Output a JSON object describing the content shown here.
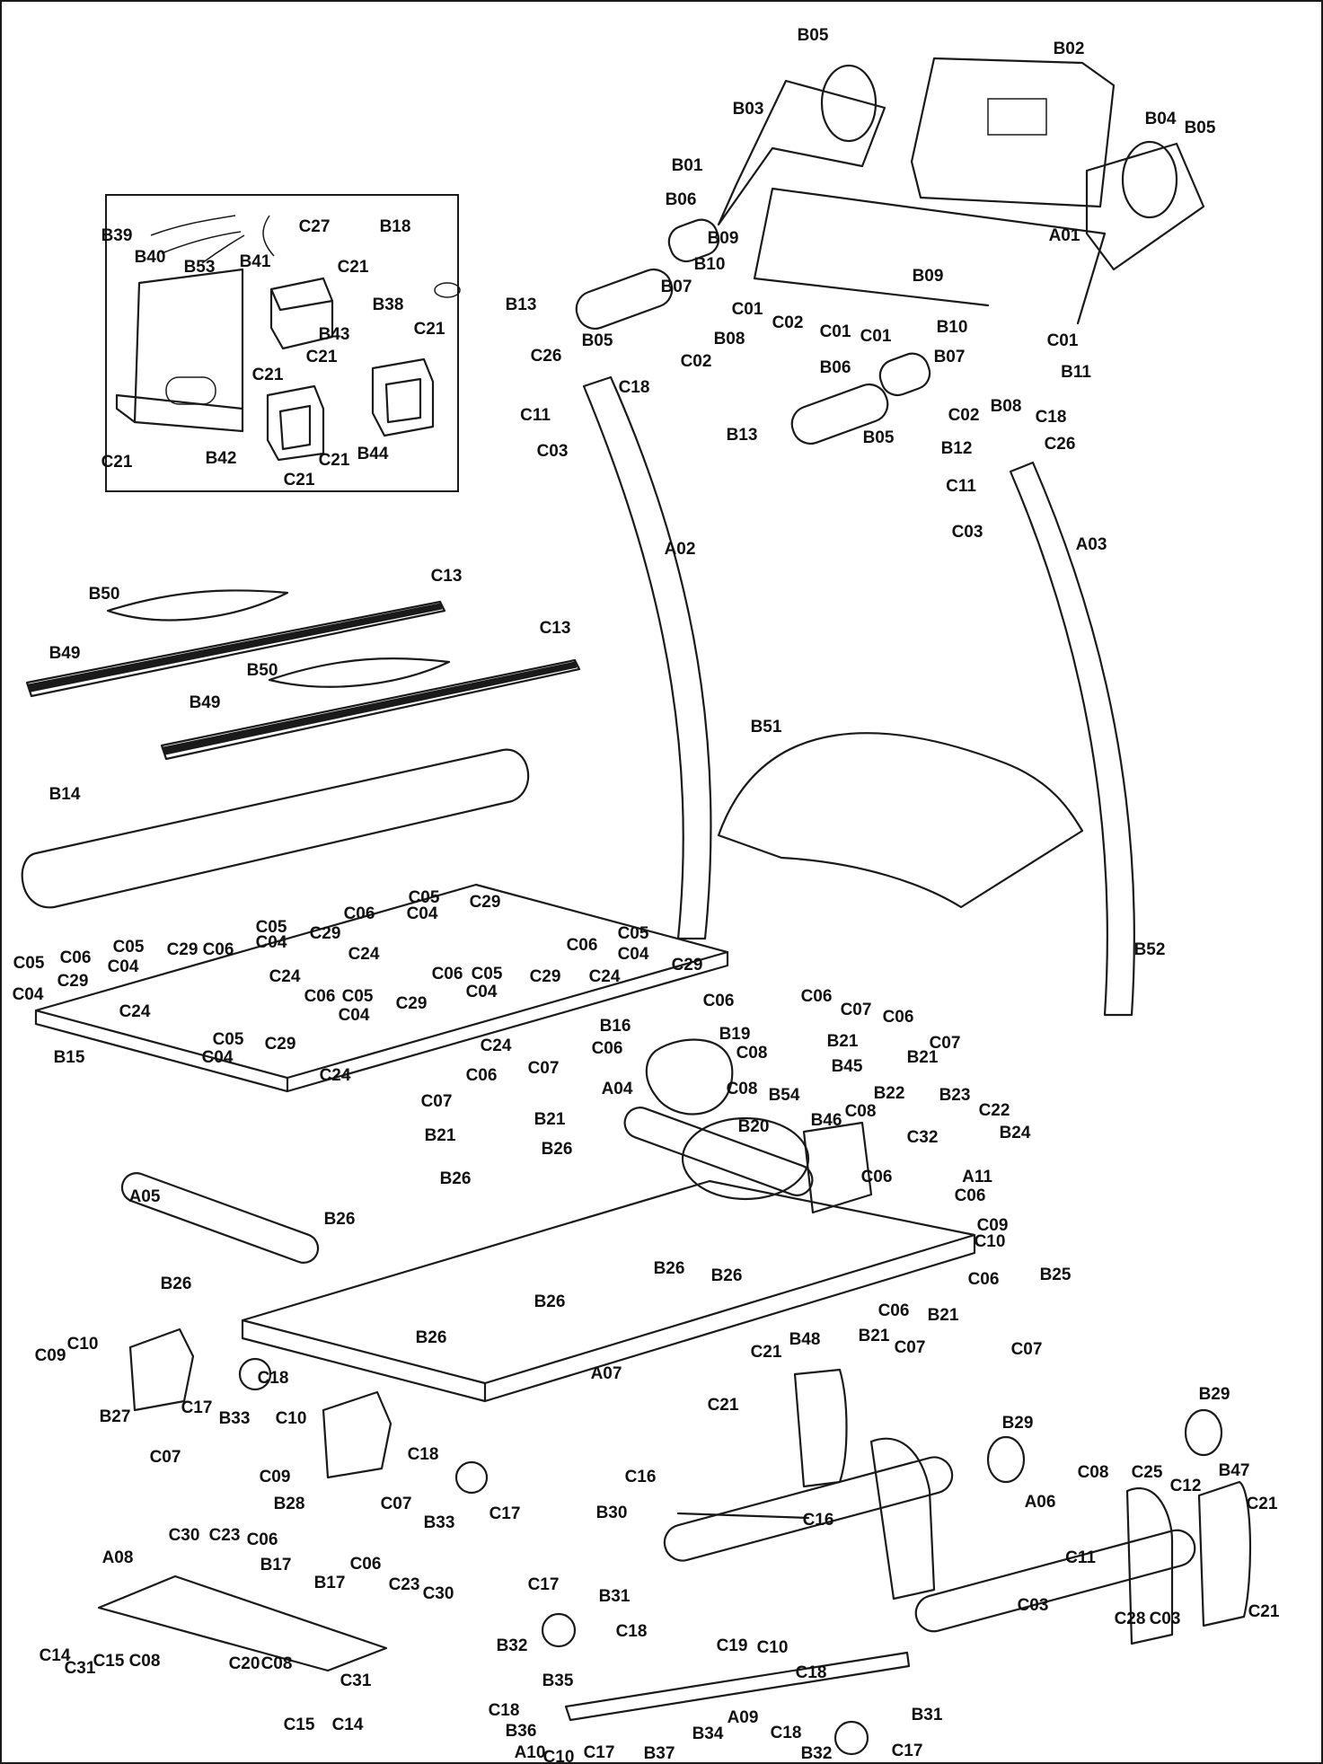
{
  "diagram": {
    "labels": [
      [
        "B05",
        905,
        45
      ],
      [
        "B02",
        1190,
        60
      ],
      [
        "B03",
        833,
        127
      ],
      [
        "B04",
        1292,
        138
      ],
      [
        "B05",
        1336,
        148
      ],
      [
        "B01",
        765,
        190
      ],
      [
        "B06",
        758,
        228
      ],
      [
        "B18",
        440,
        258
      ],
      [
        "C27",
        350,
        258
      ],
      [
        "B39",
        130,
        268
      ],
      [
        "B09",
        805,
        271
      ],
      [
        "A01",
        1185,
        268
      ],
      [
        "B40",
        167,
        292
      ],
      [
        "B53",
        222,
        303
      ],
      [
        "B41",
        284,
        297
      ],
      [
        "C21",
        393,
        303
      ],
      [
        "B10",
        790,
        300
      ],
      [
        "B09",
        1033,
        313
      ],
      [
        "B07",
        753,
        325
      ],
      [
        "B13",
        580,
        345
      ],
      [
        "C01",
        832,
        350
      ],
      [
        "C02",
        877,
        365
      ],
      [
        "B38",
        432,
        345
      ],
      [
        "C21",
        478,
        372
      ],
      [
        "B43",
        372,
        378
      ],
      [
        "C01",
        930,
        375
      ],
      [
        "C01",
        975,
        380
      ],
      [
        "B10",
        1060,
        370
      ],
      [
        "C01",
        1183,
        385
      ],
      [
        "B05",
        665,
        385
      ],
      [
        "B08",
        812,
        383
      ],
      [
        "B06",
        930,
        415
      ],
      [
        "B11",
        1198,
        420
      ],
      [
        "C26",
        608,
        402
      ],
      [
        "C02",
        775,
        408
      ],
      [
        "C21",
        298,
        423
      ],
      [
        "C21",
        358,
        403
      ],
      [
        "C18",
        706,
        437
      ],
      [
        "B07",
        1057,
        403
      ],
      [
        "C18",
        1170,
        470
      ],
      [
        "B08",
        1120,
        458
      ],
      [
        "C02",
        1073,
        468
      ],
      [
        "C11",
        596,
        468
      ],
      [
        "B13",
        826,
        490
      ],
      [
        "B05",
        978,
        493
      ],
      [
        "B12",
        1065,
        505
      ],
      [
        "C26",
        1180,
        500
      ],
      [
        "C03",
        615,
        508
      ],
      [
        "C21",
        130,
        520
      ],
      [
        "B42",
        246,
        516
      ],
      [
        "C21",
        372,
        518
      ],
      [
        "B44",
        415,
        511
      ],
      [
        "C21",
        333,
        540
      ],
      [
        "C11",
        1070,
        547
      ],
      [
        "C03",
        1077,
        598
      ],
      [
        "A02",
        757,
        617
      ],
      [
        "A03",
        1215,
        612
      ],
      [
        "C13",
        497,
        647
      ],
      [
        "B50",
        116,
        667
      ],
      [
        "B49",
        72,
        733
      ],
      [
        "C13",
        618,
        705
      ],
      [
        "B50",
        292,
        752
      ],
      [
        "B49",
        228,
        788
      ],
      [
        "B51",
        853,
        815
      ],
      [
        "B14",
        72,
        890
      ],
      [
        "C05",
        472,
        1005
      ],
      [
        "C29",
        540,
        1010
      ],
      [
        "C06",
        400,
        1023
      ],
      [
        "C04",
        470,
        1023
      ],
      [
        "C05",
        302,
        1038
      ],
      [
        "C29",
        362,
        1045
      ],
      [
        "C05",
        143,
        1060
      ],
      [
        "C29",
        203,
        1063
      ],
      [
        "C06",
        243,
        1063
      ],
      [
        "C04",
        302,
        1055
      ],
      [
        "C24",
        405,
        1068
      ],
      [
        "C05",
        705,
        1045
      ],
      [
        "C06",
        648,
        1058
      ],
      [
        "C29",
        765,
        1080
      ],
      [
        "C05",
        32,
        1078
      ],
      [
        "C06",
        84,
        1072
      ],
      [
        "C04",
        137,
        1082
      ],
      [
        "C04",
        705,
        1068
      ],
      [
        "C24",
        317,
        1093
      ],
      [
        "C24",
        673,
        1093
      ],
      [
        "C29",
        81,
        1098
      ],
      [
        "C06",
        498,
        1090
      ],
      [
        "C05",
        542,
        1090
      ],
      [
        "C29",
        607,
        1093
      ],
      [
        "C04",
        31,
        1113
      ],
      [
        "C04",
        536,
        1110
      ],
      [
        "B52",
        1280,
        1063
      ],
      [
        "C24",
        150,
        1132
      ],
      [
        "C06",
        356,
        1115
      ],
      [
        "C05",
        398,
        1115
      ],
      [
        "C29",
        458,
        1123
      ],
      [
        "C06",
        800,
        1120
      ],
      [
        "C04",
        394,
        1136
      ],
      [
        "C06",
        909,
        1115
      ],
      [
        "C07",
        953,
        1130
      ],
      [
        "B16",
        685,
        1148
      ],
      [
        "C06",
        1000,
        1138
      ],
      [
        "C07",
        1052,
        1167
      ],
      [
        "B21",
        938,
        1165
      ],
      [
        "B21",
        1027,
        1183
      ],
      [
        "B15",
        77,
        1183
      ],
      [
        "C05",
        254,
        1163
      ],
      [
        "C29",
        312,
        1168
      ],
      [
        "C24",
        552,
        1170
      ],
      [
        "C04",
        242,
        1183
      ],
      [
        "B19",
        818,
        1157
      ],
      [
        "C06",
        676,
        1173
      ],
      [
        "C08",
        837,
        1178
      ],
      [
        "C07",
        605,
        1195
      ],
      [
        "B45",
        943,
        1193
      ],
      [
        "C24",
        373,
        1203
      ],
      [
        "C08",
        826,
        1218
      ],
      [
        "C06",
        536,
        1203
      ],
      [
        "A04",
        687,
        1218
      ],
      [
        "B21",
        612,
        1252
      ],
      [
        "B54",
        873,
        1225
      ],
      [
        "B22",
        990,
        1223
      ],
      [
        "B23",
        1063,
        1225
      ],
      [
        "C22",
        1107,
        1242
      ],
      [
        "C07",
        486,
        1232
      ],
      [
        "C08",
        958,
        1243
      ],
      [
        "B24",
        1130,
        1267
      ],
      [
        "B21",
        490,
        1270
      ],
      [
        "B20",
        839,
        1260
      ],
      [
        "B46",
        920,
        1253
      ],
      [
        "C32",
        1027,
        1272
      ],
      [
        "B26",
        620,
        1285
      ],
      [
        "B26",
        507,
        1318
      ],
      [
        "C06",
        976,
        1316
      ],
      [
        "A11",
        1088,
        1316
      ],
      [
        "C06",
        1080,
        1337
      ],
      [
        "C09",
        1105,
        1370
      ],
      [
        "A05",
        161,
        1338
      ],
      [
        "B26",
        378,
        1363
      ],
      [
        "C10",
        1102,
        1388
      ],
      [
        "B25",
        1175,
        1425
      ],
      [
        "B26",
        745,
        1418
      ],
      [
        "B26",
        809,
        1426
      ],
      [
        "B26",
        196,
        1435
      ],
      [
        "C06",
        1095,
        1430
      ],
      [
        "B26",
        612,
        1455
      ],
      [
        "C06",
        995,
        1465
      ],
      [
        "B21",
        1050,
        1470
      ],
      [
        "B21",
        973,
        1493
      ],
      [
        "C07",
        1143,
        1508
      ],
      [
        "C10",
        92,
        1502
      ],
      [
        "C09",
        56,
        1515
      ],
      [
        "B26",
        480,
        1495
      ],
      [
        "B48",
        896,
        1497
      ],
      [
        "C07",
        1013,
        1506
      ],
      [
        "C21",
        853,
        1511
      ],
      [
        "C18",
        304,
        1540
      ],
      [
        "A07",
        675,
        1535
      ],
      [
        "B27",
        128,
        1583
      ],
      [
        "C17",
        219,
        1573
      ],
      [
        "B33",
        261,
        1585
      ],
      [
        "C21",
        805,
        1570
      ],
      [
        "B29",
        1133,
        1590
      ],
      [
        "B29",
        1352,
        1558
      ],
      [
        "C10",
        324,
        1585
      ],
      [
        "C07",
        184,
        1628
      ],
      [
        "C09",
        306,
        1650
      ],
      [
        "B28",
        322,
        1680
      ],
      [
        "C18",
        471,
        1625
      ],
      [
        "C08",
        1217,
        1645
      ],
      [
        "C25",
        1277,
        1645
      ],
      [
        "C12",
        1320,
        1660
      ],
      [
        "B47",
        1374,
        1643
      ],
      [
        "C21",
        1405,
        1680
      ],
      [
        "C16",
        713,
        1650
      ],
      [
        "C07",
        441,
        1680
      ],
      [
        "B30",
        681,
        1690
      ],
      [
        "C16",
        911,
        1698
      ],
      [
        "B33",
        489,
        1701
      ],
      [
        "C17",
        562,
        1691
      ],
      [
        "A06",
        1158,
        1678
      ],
      [
        "C30",
        205,
        1715
      ],
      [
        "C23",
        250,
        1715
      ],
      [
        "C06",
        292,
        1720
      ],
      [
        "B17",
        307,
        1748
      ],
      [
        "A08",
        131,
        1740
      ],
      [
        "C06",
        407,
        1747
      ],
      [
        "C11",
        1203,
        1740
      ],
      [
        "B17",
        367,
        1768
      ],
      [
        "C23",
        450,
        1770
      ],
      [
        "C30",
        488,
        1780
      ],
      [
        "C17",
        605,
        1770
      ],
      [
        "B31",
        684,
        1783
      ],
      [
        "C03",
        1150,
        1793
      ],
      [
        "C21",
        1407,
        1800
      ],
      [
        "C28",
        1258,
        1808
      ],
      [
        "C03",
        1297,
        1808
      ],
      [
        "C18",
        703,
        1822
      ],
      [
        "B32",
        570,
        1838
      ],
      [
        "C14",
        61,
        1849
      ],
      [
        "C31",
        89,
        1863
      ],
      [
        "C15",
        121,
        1855
      ],
      [
        "C08",
        161,
        1855
      ],
      [
        "C19",
        815,
        1838
      ],
      [
        "C10",
        860,
        1840
      ],
      [
        "C20",
        272,
        1858
      ],
      [
        "C08",
        308,
        1858
      ],
      [
        "C18",
        903,
        1868
      ],
      [
        "B35",
        621,
        1877
      ],
      [
        "C31",
        396,
        1877
      ],
      [
        "C18",
        561,
        1910
      ],
      [
        "A09",
        827,
        1918
      ],
      [
        "C18",
        875,
        1935
      ],
      [
        "B31",
        1032,
        1915
      ],
      [
        "C15",
        333,
        1926
      ],
      [
        "C14",
        387,
        1926
      ],
      [
        "B36",
        580,
        1933
      ],
      [
        "B34",
        788,
        1936
      ],
      [
        "A10",
        590,
        1957
      ],
      [
        "C10",
        622,
        1962
      ],
      [
        "C17",
        667,
        1957
      ],
      [
        "B37",
        734,
        1958
      ],
      [
        "B32",
        909,
        1958
      ],
      [
        "C17",
        1010,
        1955
      ]
    ]
  }
}
